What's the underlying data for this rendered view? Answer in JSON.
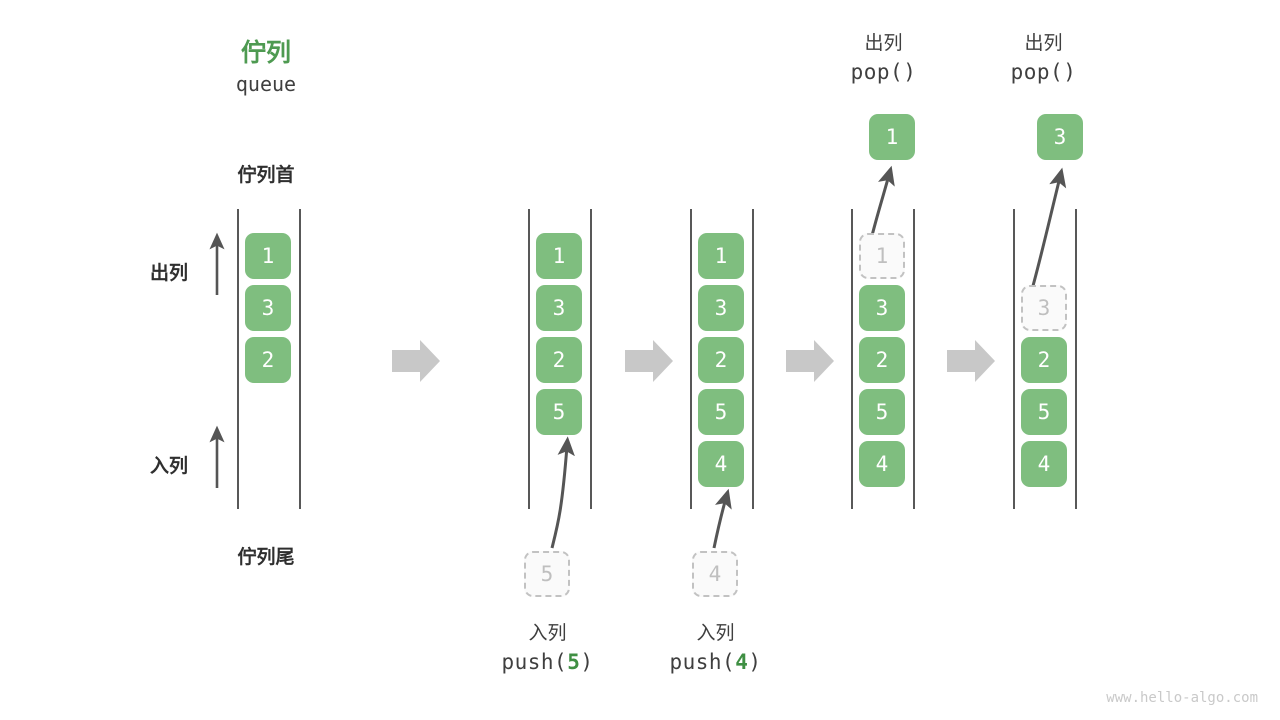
{
  "title": {
    "zh": "佇列",
    "en": "queue",
    "color": "#4e9a51"
  },
  "labels": {
    "head": "佇列首",
    "tail": "佇列尾",
    "dequeue": "出列",
    "enqueue": "入列"
  },
  "colors": {
    "cell_fill": "#7fbe7f",
    "cell_text": "#ffffff",
    "ghost_fill": "#fafafa",
    "ghost_border": "#c2c2c2",
    "ghost_text": "#bfbfbf",
    "rail": "#585858",
    "arrow": "#555555",
    "block_arrow": "#c8c8c8",
    "text": "#2f2f2f"
  },
  "stages": [
    {
      "id": "initial",
      "cells": [
        "1",
        "3",
        "2"
      ],
      "ghost_index": -1
    },
    {
      "id": "after-push-5",
      "cells": [
        "1",
        "3",
        "2",
        "5"
      ],
      "ghost_index": -1,
      "incoming": "5",
      "caption_zh": "入列",
      "caption_code_pre": "push(",
      "caption_code_num": "5",
      "caption_code_post": ")"
    },
    {
      "id": "after-push-4",
      "cells": [
        "1",
        "3",
        "2",
        "5",
        "4"
      ],
      "ghost_index": -1,
      "incoming": "4",
      "caption_zh": "入列",
      "caption_code_pre": "push(",
      "caption_code_num": "4",
      "caption_code_post": ")"
    },
    {
      "id": "after-pop-1",
      "cells": [
        "1",
        "3",
        "2",
        "5",
        "4"
      ],
      "ghost_index": 0,
      "popped": "1",
      "caption_zh": "出列",
      "caption_code_pre": "pop(",
      "caption_code_num": "",
      "caption_code_post": ")"
    },
    {
      "id": "after-pop-3",
      "cells": [
        "3",
        "2",
        "5",
        "4"
      ],
      "ghost_index": 0,
      "popped": "3",
      "caption_zh": "出列",
      "caption_code_pre": "pop(",
      "caption_code_num": "",
      "caption_code_post": ")"
    }
  ],
  "watermark": "www.hello-algo.com"
}
